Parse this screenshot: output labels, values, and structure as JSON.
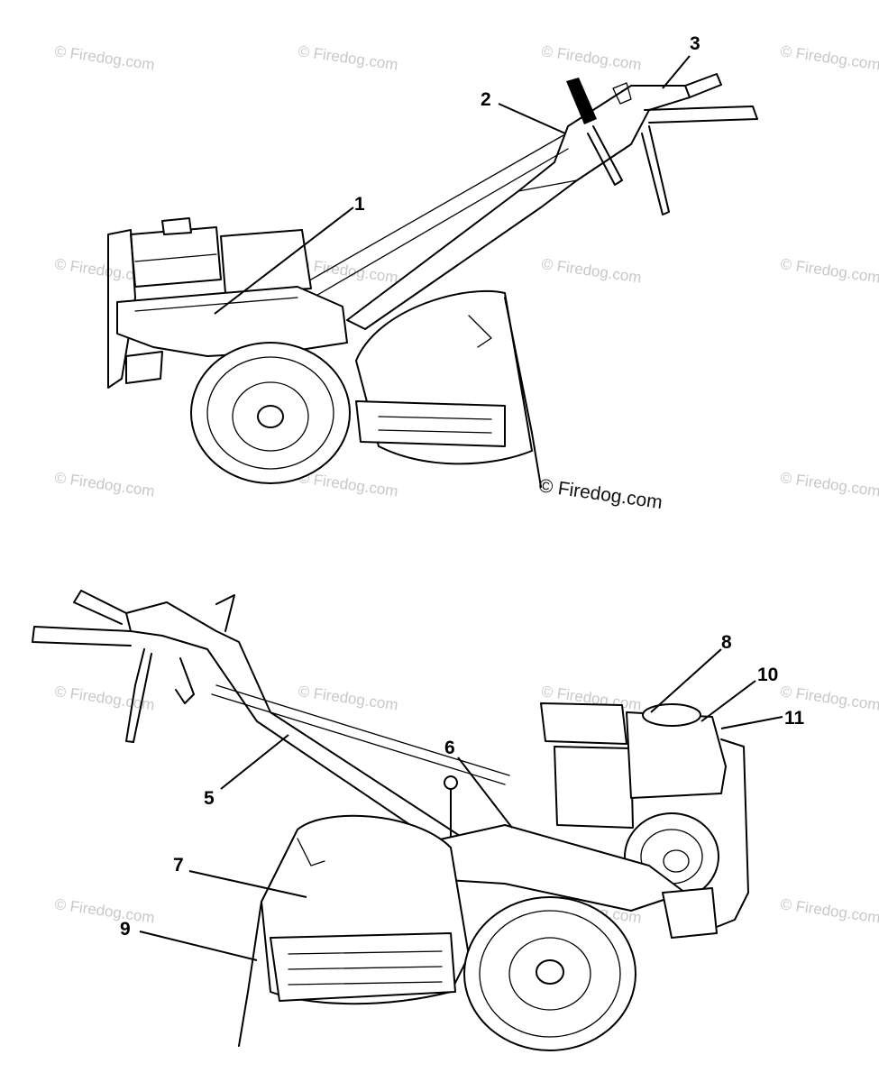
{
  "callouts_top": [
    {
      "id": "c1",
      "label": "1"
    },
    {
      "id": "c2",
      "label": "2"
    },
    {
      "id": "c3",
      "label": "3"
    }
  ],
  "callouts_bottom": [
    {
      "id": "c5",
      "label": "5"
    },
    {
      "id": "c6",
      "label": "6"
    },
    {
      "id": "c7",
      "label": "7"
    },
    {
      "id": "c8",
      "label": "8"
    },
    {
      "id": "c9",
      "label": "9"
    },
    {
      "id": "c10",
      "label": "10"
    },
    {
      "id": "c11",
      "label": "11"
    }
  ],
  "watermark": {
    "text": "© Firedog.com",
    "main_text": "© Firedog.com"
  }
}
